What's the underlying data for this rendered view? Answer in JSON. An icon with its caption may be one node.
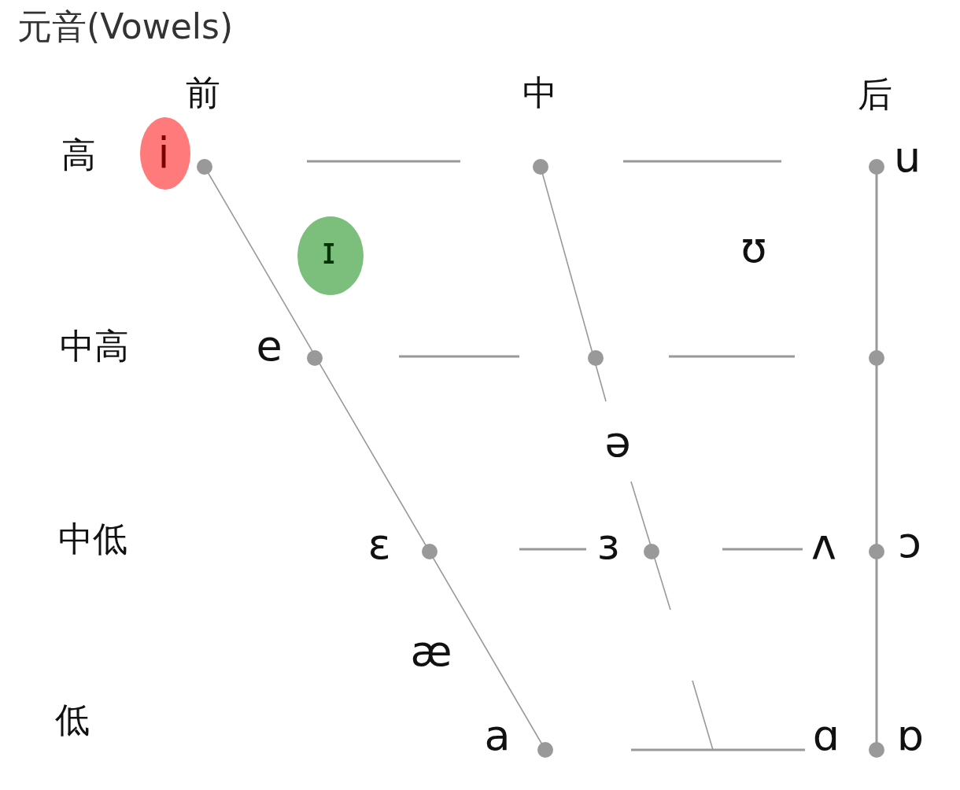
{
  "diagram": {
    "title": "元音(Vowels)",
    "labels": [
      "前",
      "中",
      "后",
      "高",
      "i",
      "u",
      "ɪ",
      "ʊ",
      "中高",
      "e",
      "ə",
      "中低",
      "ɛ",
      "ɜ",
      "ʌ",
      "ɔ",
      "æ",
      "低",
      "a",
      "ɑ",
      "ɒ"
    ]
  }
}
